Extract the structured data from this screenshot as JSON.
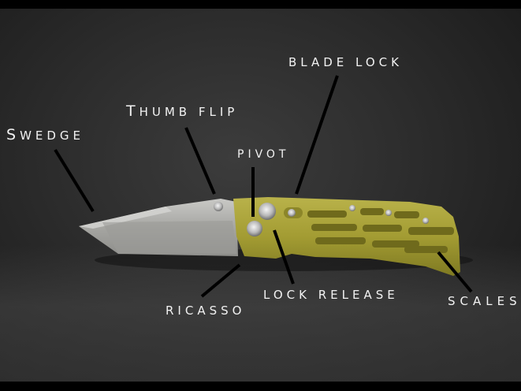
{
  "diagram": {
    "subject": "Folding knife anatomy",
    "background_color": "#2b2b2b",
    "blade_color": "#a9a9a6",
    "handle_color": "#a8a238",
    "label_color": "#f2f2f2",
    "leader_line_color": "#000000"
  },
  "labels": {
    "swedge": {
      "first": "S",
      "rest": "WEDGE"
    },
    "thumb_flip": {
      "first": "T",
      "rest": "HUMB FLIP"
    },
    "pivot": "PIVOT",
    "blade_lock": "BLADE LOCK",
    "ricasso": "RICASSO",
    "lock_release": "LOCK RELEASE",
    "scales": "SCALES"
  }
}
